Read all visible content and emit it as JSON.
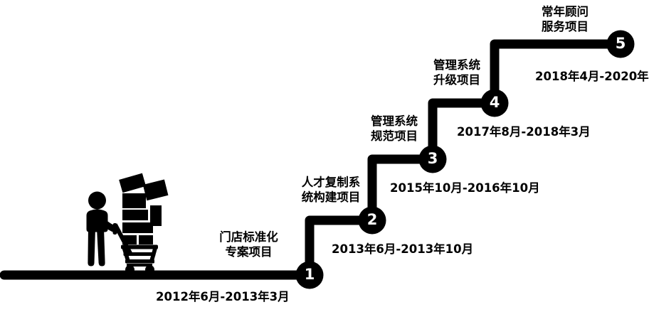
{
  "diagram": {
    "type": "staircase-timeline",
    "orientation": "ascending-left-to-right",
    "line_color": "#000000",
    "node_fill": "#000000",
    "node_text_color": "#ffffff",
    "background_color": "#ffffff",
    "icon": {
      "name": "person-pushing-shopping-cart-with-boxes",
      "color": "#000000"
    },
    "steps": [
      {
        "number": "1",
        "title": "门店标准化\n专案项目",
        "date": "2012年6月-2013年3月"
      },
      {
        "number": "2",
        "title": "人才复制系\n统构建项目",
        "date": "2013年6月-2013年10月"
      },
      {
        "number": "3",
        "title": "管理系统\n规范项目",
        "date": "2015年10月-2016年10月"
      },
      {
        "number": "4",
        "title": "管理系统\n升级项目",
        "date": "2017年8月-2018年3月"
      },
      {
        "number": "5",
        "title": "常年顾问\n服务项目",
        "date": "2018年4月-2020年"
      }
    ]
  }
}
